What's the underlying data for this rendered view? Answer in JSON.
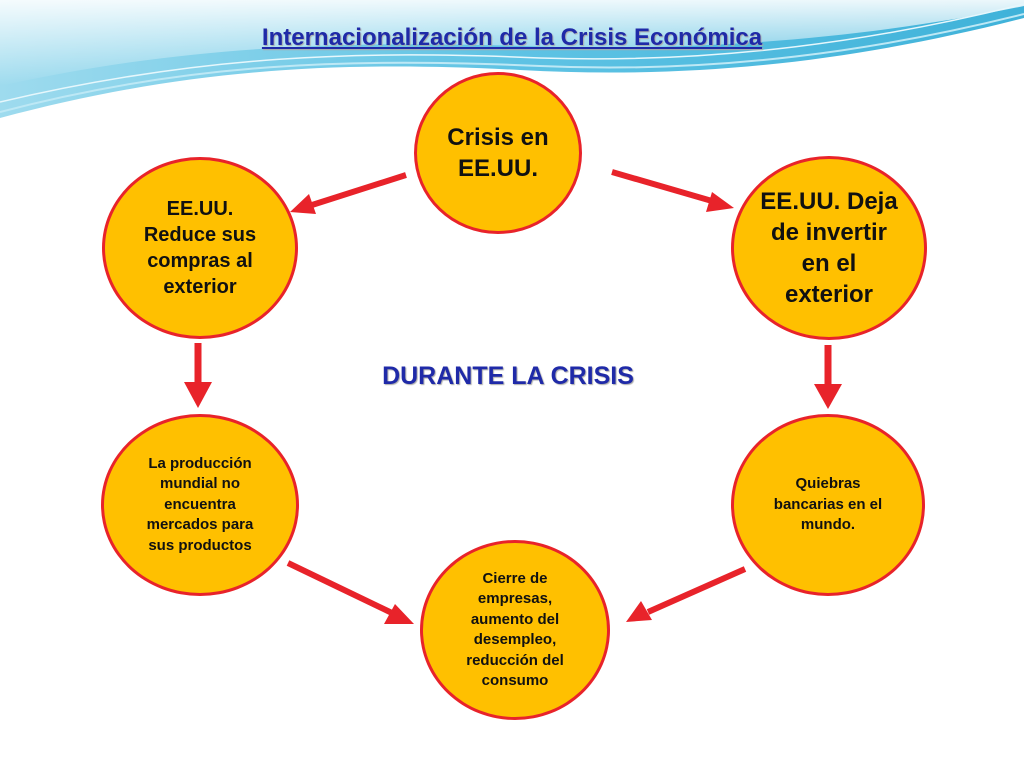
{
  "slide": {
    "title": "Internacionalización de la Crisis Económica",
    "center_label": "DURANTE LA CRISIS"
  },
  "nodes": {
    "top": "Crisis en EE.UU.",
    "right": "EE.UU. Deja de invertir en el exterior",
    "lower_right": "Quiebras bancarias en el mundo.",
    "bottom": "Cierre de empresas, aumento del desempleo, reducción del consumo",
    "lower_left": "La producción mundial no encuentra mercados para sus productos",
    "left": "EE.UU. Reduce sus compras al exterior"
  },
  "colors": {
    "node_fill": "#ffc000",
    "node_border": "#e8232a",
    "arrow": "#e8232a",
    "title_text": "#1f2aa8",
    "wave_blue": "#5fc3e4"
  },
  "icons": {
    "arrow": "arrow-icon"
  }
}
